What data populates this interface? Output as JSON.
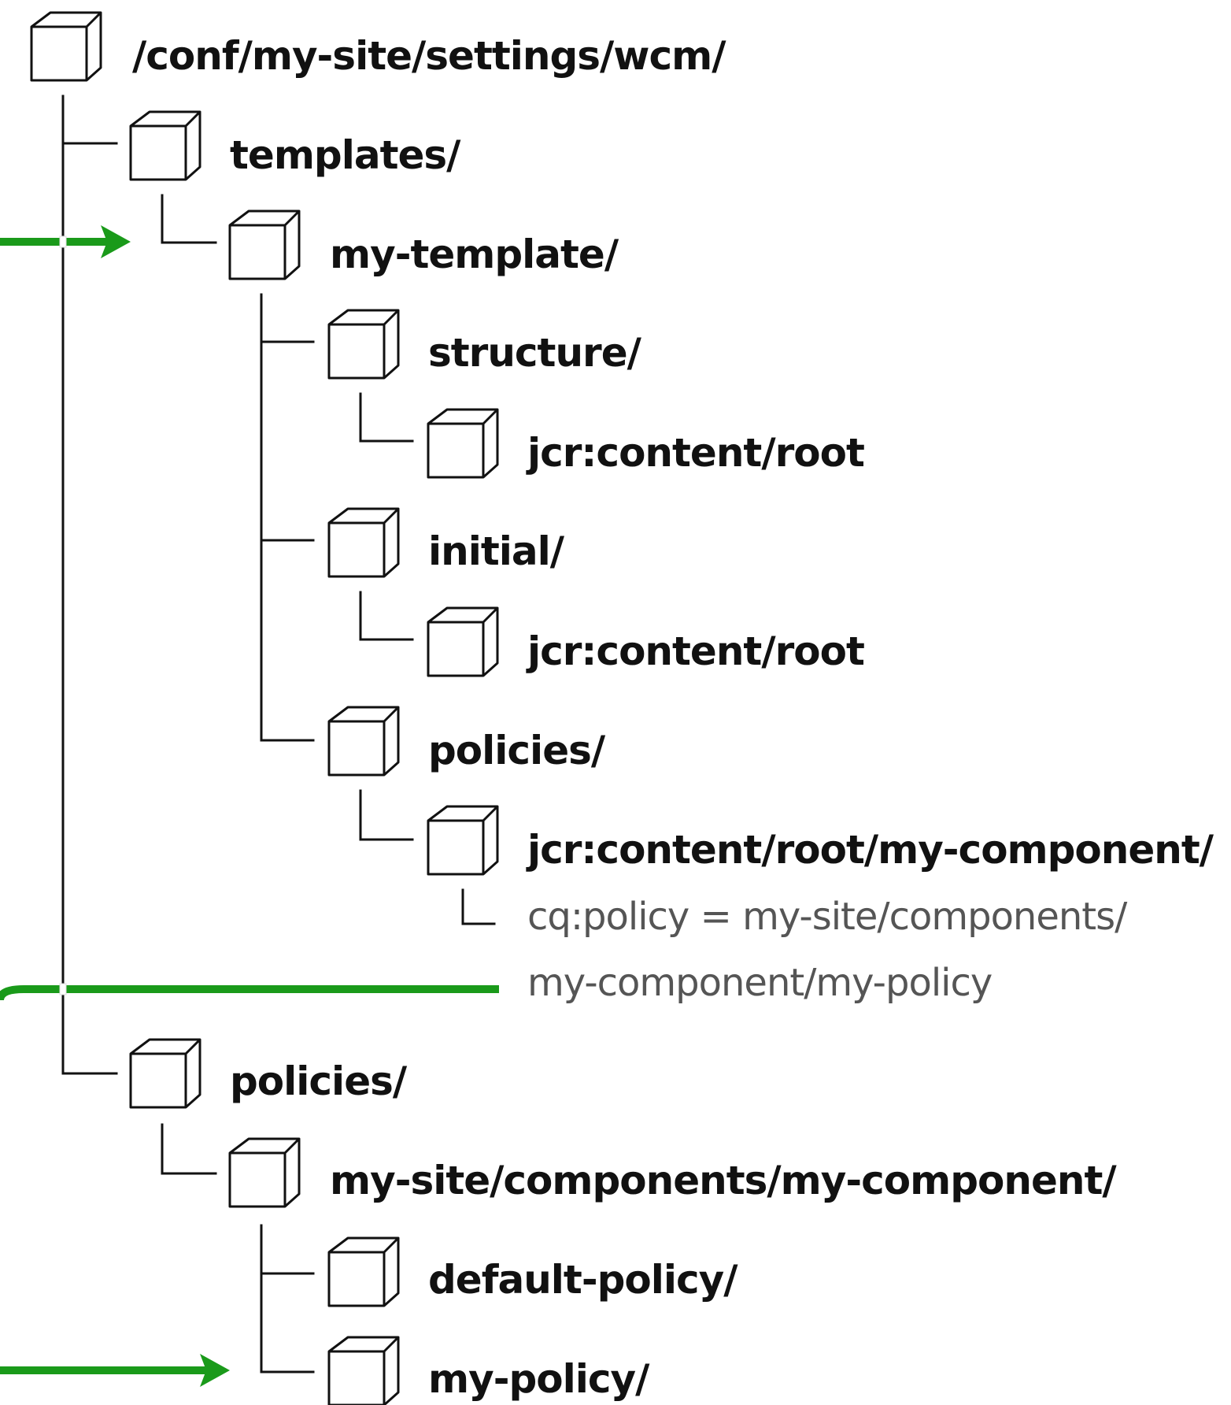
{
  "tree": {
    "root": {
      "label": "/conf/my-site/settings/wcm/"
    },
    "templates": {
      "label": "templates/"
    },
    "my_template": {
      "label": "my-template/"
    },
    "structure": {
      "label": "structure/"
    },
    "structure_root": {
      "label": "jcr:content/root"
    },
    "initial": {
      "label": "initial/"
    },
    "initial_root": {
      "label": "jcr:content/root"
    },
    "template_policies": {
      "label": "policies/"
    },
    "policy_component": {
      "label": "jcr:content/root/my-component/"
    },
    "cq_policy": {
      "line1": "cq:policy = my-site/components/",
      "line2": "my-component/my-policy"
    },
    "policies": {
      "label": "policies/"
    },
    "component_policies": {
      "label": "my-site/components/my-component/"
    },
    "default_policy": {
      "label": "default-policy/"
    },
    "my_policy": {
      "label": "my-policy/"
    }
  },
  "colors": {
    "line": "#111111",
    "arrow": "#1a9a1a",
    "property_text": "#555555"
  },
  "icons": {
    "node": "cube-icon"
  }
}
